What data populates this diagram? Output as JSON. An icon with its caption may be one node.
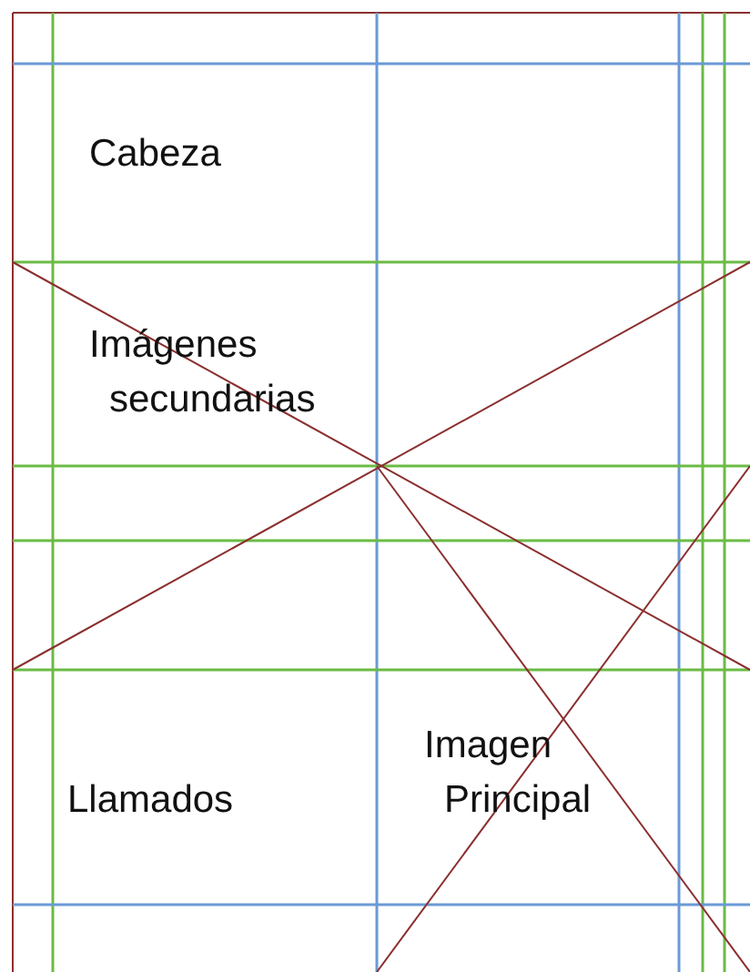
{
  "diagram": {
    "labels": [
      "Cabeza",
      "Imágenes secundarias",
      "Llamados",
      "Imagen Principal"
    ]
  }
}
